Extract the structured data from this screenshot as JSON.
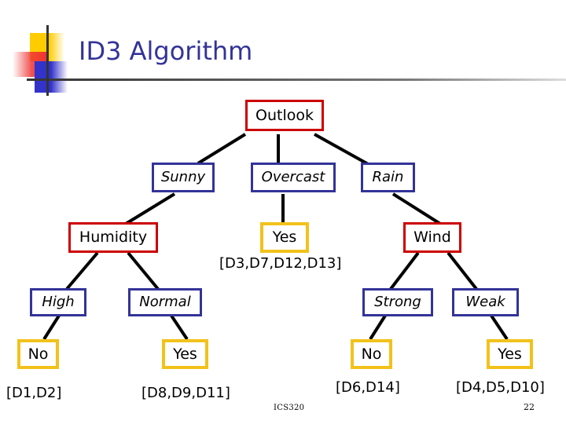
{
  "slide": {
    "title": "ID3 Algorithm",
    "title_color": "#333399",
    "footer_course": "ICS320",
    "page_number": "22"
  },
  "colors": {
    "attribute_node_border": "#cc0000",
    "branch_node_border": "#333399",
    "leaf_node_border": "#f2c21b",
    "connector_line": "#000000",
    "deco_yellow": "#ffcc00",
    "deco_red": "#ee3333",
    "deco_blue": "#3333cc"
  },
  "tree": {
    "root": {
      "label": "Outlook",
      "kind": "attribute"
    },
    "branches_level1": [
      {
        "label": "Sunny",
        "kind": "branch"
      },
      {
        "label": "Overcast",
        "kind": "branch"
      },
      {
        "label": "Rain",
        "kind": "branch"
      }
    ],
    "nodes_level2": [
      {
        "label": "Humidity",
        "kind": "attribute"
      },
      {
        "label": "Yes",
        "kind": "leaf"
      },
      {
        "label": "Wind",
        "kind": "attribute"
      }
    ],
    "overcast_examples": "[D3,D7,D12,D13]",
    "branches_level2": [
      {
        "label": "High",
        "kind": "branch"
      },
      {
        "label": "Normal",
        "kind": "branch"
      },
      {
        "label": "Strong",
        "kind": "branch"
      },
      {
        "label": "Weak",
        "kind": "branch"
      }
    ],
    "leaves": [
      {
        "label": "No",
        "kind": "leaf",
        "examples": "[D1,D2]"
      },
      {
        "label": "Yes",
        "kind": "leaf",
        "examples": "[D8,D9,D11]"
      },
      {
        "label": "No",
        "kind": "leaf",
        "examples": "[D6,D14]"
      },
      {
        "label": "Yes",
        "kind": "leaf",
        "examples": "[D4,D5,D10]"
      }
    ]
  }
}
